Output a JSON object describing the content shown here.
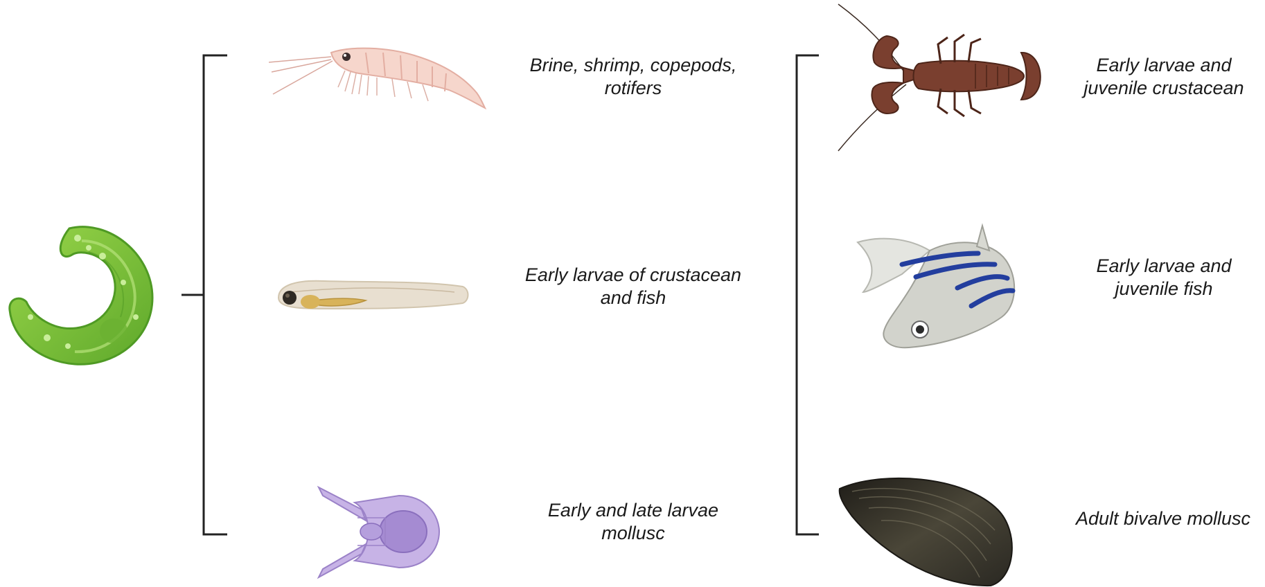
{
  "organisms": {
    "microalga": {
      "icon": "microalga-icon",
      "color": "#7cc13a"
    },
    "shrimp": {
      "icon": "shrimp-icon",
      "label": "Brine, shrimp, copepods,\nrotifers",
      "color": "#f0c7bd"
    },
    "fish_larva": {
      "icon": "fish-larva-icon",
      "label": "Early larvae of crustacean\nand fish",
      "color": "#d9cdb8"
    },
    "mollusc_larva": {
      "icon": "mollusc-larva-icon",
      "label": "Early and late larvae\nmollusc",
      "color": "#b6a0d8"
    },
    "lobster": {
      "icon": "lobster-icon",
      "label": "Early larvae and\njuvenile crustacean",
      "color": "#6e3b2c"
    },
    "zebrafish": {
      "icon": "zebrafish-icon",
      "label": "Early larvae and\njuvenile fish",
      "color": "#1f3fa0"
    },
    "mussel": {
      "icon": "mussel-icon",
      "label": "Adult bivalve mollusc",
      "color": "#3c3a2e"
    }
  }
}
